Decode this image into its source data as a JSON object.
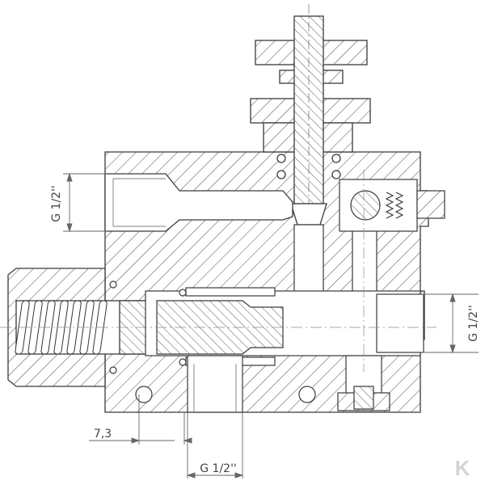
{
  "drawing": {
    "dimensions": {
      "port_top_left": "G 1/2''",
      "port_right": "G 1/2''",
      "port_bottom": "G 1/2''",
      "offset": "7,3"
    },
    "watermark": "K",
    "colors": {
      "line": "#3a3a3a",
      "hatch": "#4a4a4a",
      "background": "#ffffff",
      "watermark": "#d4d4d4"
    }
  }
}
